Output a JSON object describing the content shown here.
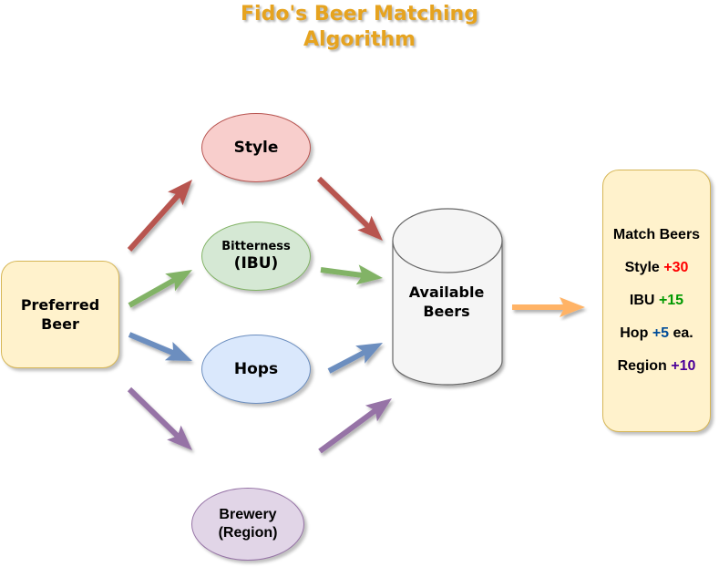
{
  "title": {
    "line1": "Fido's Beer Matching",
    "line2": "Algorithm"
  },
  "nodes": {
    "preferred": {
      "line1": "Preferred",
      "line2": "Beer"
    },
    "style": {
      "label": "Style"
    },
    "bitterness": {
      "line1": "Bitterness",
      "line2": "(IBU)"
    },
    "hops": {
      "label": "Hops"
    },
    "brewery": {
      "line1": "Brewery",
      "line2": "(Region)"
    },
    "available": {
      "line1": "Available",
      "line2": "Beers"
    }
  },
  "match": {
    "heading": "Match Beers",
    "rows": [
      {
        "label": "Style",
        "score": "+30",
        "suffix": "",
        "color": "#ff0000"
      },
      {
        "label": "IBU",
        "score": "+15",
        "suffix": "",
        "color": "#009900"
      },
      {
        "label": "Hop",
        "score": "+5",
        "suffix": " ea.",
        "color": "#004c99"
      },
      {
        "label": "Region",
        "score": "+10",
        "suffix": "",
        "color": "#4c0099"
      }
    ]
  },
  "colors": {
    "style_arrow": "#b85450",
    "bitterness_arrow": "#82b366",
    "hops_arrow": "#6c8ebf",
    "brewery_arrow": "#9673a6",
    "output_arrow": "#ffb366",
    "title": "#e6a31f"
  }
}
